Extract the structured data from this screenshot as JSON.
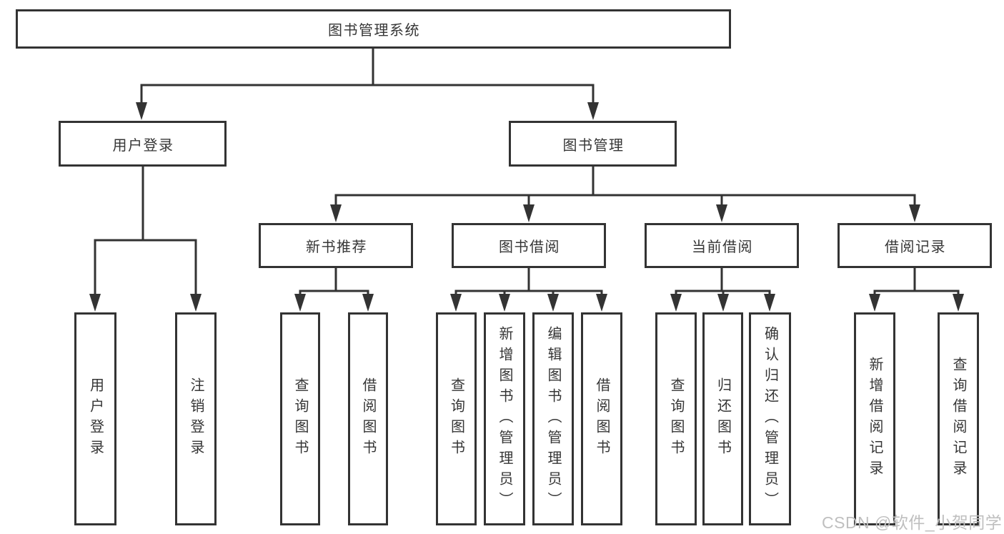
{
  "tree": {
    "root": {
      "label": "图书管理系统"
    },
    "branches": [
      {
        "label": "用户登录",
        "children": [
          "用户登录",
          "注销登录"
        ]
      },
      {
        "label": "图书管理",
        "sections": [
          {
            "label": "新书推荐",
            "children": [
              "查询图书",
              "借阅图书"
            ]
          },
          {
            "label": "图书借阅",
            "children": [
              "查询图书",
              "新增图书（管理员）",
              "编辑图书（管理员）",
              "借阅图书"
            ]
          },
          {
            "label": "当前借阅",
            "children": [
              "查询图书",
              "归还图书",
              "确认归还（管理员）"
            ]
          },
          {
            "label": "借阅记录",
            "children": [
              "新增借阅记录",
              "查询借阅记录"
            ]
          }
        ]
      }
    ]
  },
  "watermark": "CSDN @软件_小贺同学",
  "colors": {
    "line": "#333333",
    "text": "#363636",
    "watermark": "#bfbfbf",
    "background": "#ffffff"
  }
}
